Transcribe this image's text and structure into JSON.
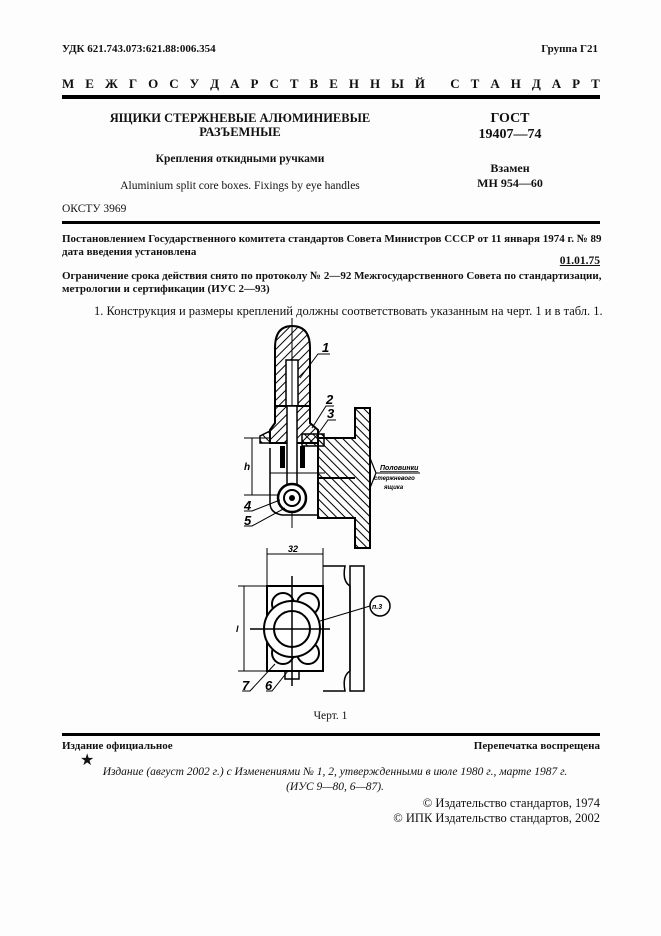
{
  "header": {
    "udk": "УДК 621.743.073:621.88:006.354",
    "group": "Группа Г21",
    "banner_words": [
      "М",
      "Е",
      "Ж",
      "Г",
      "О",
      "С",
      "У",
      "Д",
      "А",
      "Р",
      "С",
      "Т",
      "В",
      "Е",
      "Н",
      "Н",
      "Ы",
      "Й",
      "",
      "С",
      "Т",
      "А",
      "Н",
      "Д",
      "А",
      "Р",
      "Т"
    ]
  },
  "title_block": {
    "title_line1": "ЯЩИКИ СТЕРЖНЕВЫЕ АЛЮМИНИЕВЫЕ",
    "title_line2": "РАЗЪЕМНЫЕ",
    "subtitle": "Крепления откидными ручками",
    "english_title": "Aluminium split core boxes. Fixings by eye handles",
    "okstu": "ОКСТУ 3969",
    "gost_label": "ГОСТ",
    "gost_number": "19407—74",
    "replace_label": "Взамен",
    "replace_number": "МН 954—60"
  },
  "decree": {
    "text": "Постановлением Государственного комитета стандартов Совета Министров СССР от 11 января 1974 г. № 89 дата введения установлена",
    "date": "01.01.75",
    "limitation": "Ограничение срока действия снято по протоколу № 2—92 Межгосударственного Совета по стандартизации, метрологии и сертификации (ИУС 2—93)"
  },
  "body": {
    "paragraph1": "1. Конструкция и размеры креплений должны соответствовать указанным на черт. 1 и в табл. 1."
  },
  "drawing": {
    "part_labels": [
      "1",
      "2",
      "3",
      "4",
      "5",
      "6",
      "7"
    ],
    "dimension_h": "h",
    "dimension_l": "l",
    "dimension_32": "32",
    "callout_ref": "п.3",
    "note_line1": "Половинки",
    "note_line2": "стержневого",
    "note_line3": "ящика",
    "caption": "Черт. 1"
  },
  "footer": {
    "official": "Издание официальное",
    "reprint": "Перепечатка воспрещена",
    "star": "★",
    "edition_line1": "Издание (август 2002 г.) с Изменениями № 1, 2, утвержденными в июле 1980 г., марте 1987 г.",
    "edition_line2": "(ИУС 9—80, 6—87).",
    "copyright1": "© Издательство стандартов, 1974",
    "copyright2": "© ИПК Издательство стандартов, 2002"
  }
}
